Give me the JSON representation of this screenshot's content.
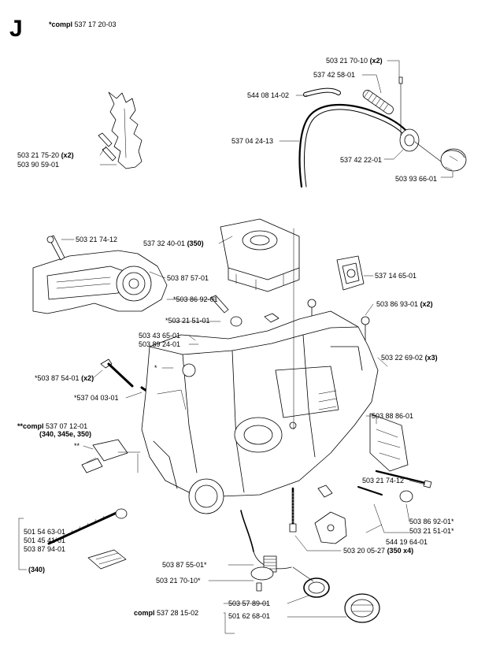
{
  "section_letter": "J",
  "header": {
    "prefix": "*compl",
    "number": " 537 17 20-03"
  },
  "labels": [
    {
      "id": "l1",
      "num": "503 21 70-10",
      "qty": "(x2)"
    },
    {
      "id": "l2",
      "num": "537 42 58-01",
      "qty": ""
    },
    {
      "id": "l3",
      "num": "544 08 14-02",
      "qty": ""
    },
    {
      "id": "l4",
      "num": "537 04 24-13",
      "qty": ""
    },
    {
      "id": "l5",
      "num": "537 42 22-01",
      "qty": ""
    },
    {
      "id": "l6",
      "num": "503 93 66-01",
      "qty": ""
    },
    {
      "id": "l7",
      "num": "503 21 75-20",
      "qty": "(x2)"
    },
    {
      "id": "l8",
      "num": "503 90 59-01",
      "qty": ""
    },
    {
      "id": "l9",
      "num": "503 21 74-12",
      "qty": ""
    },
    {
      "id": "l10",
      "num": "537 32 40-01",
      "qty": "(350)"
    },
    {
      "id": "l11",
      "num": "537 14 65-01",
      "qty": ""
    },
    {
      "id": "l12",
      "num": "503 87 57-01",
      "qty": ""
    },
    {
      "id": "l13",
      "num": "*503 86 92-01",
      "qty": ""
    },
    {
      "id": "l14",
      "num": "*503 21 51-01",
      "qty": ""
    },
    {
      "id": "l15",
      "num": "503 86 93-01",
      "qty": "(x2)"
    },
    {
      "id": "l16",
      "num": "503 43 65-01",
      "qty": ""
    },
    {
      "id": "l17",
      "num": "503 89 24-01",
      "qty": ""
    },
    {
      "id": "l18",
      "num": "503 22 69-02",
      "qty": "(x3)"
    },
    {
      "id": "l19",
      "num": "*",
      "qty": ""
    },
    {
      "id": "l20",
      "num": "*503 87 54-01",
      "qty": "(x2)"
    },
    {
      "id": "l21",
      "num": "*537 04 03-01",
      "qty": ""
    },
    {
      "id": "l22",
      "num": "503 88 86-01",
      "qty": ""
    },
    {
      "id": "l23",
      "num": "537 07 12-01",
      "qty": ""
    },
    {
      "id": "l25",
      "num": "**",
      "qty": ""
    },
    {
      "id": "l26",
      "num": "503 21 74-12",
      "qty": ""
    },
    {
      "id": "l27",
      "num": "503 86 92-01*",
      "qty": ""
    },
    {
      "id": "l28",
      "num": "503 21 51-01*",
      "qty": ""
    },
    {
      "id": "l29",
      "num": "501 54 63-01",
      "qty": ""
    },
    {
      "id": "l30",
      "num": "501 45 41-01",
      "qty": ""
    },
    {
      "id": "l31",
      "num": "503 87 94-01",
      "qty": ""
    },
    {
      "id": "l32",
      "num": "544 19 64-01",
      "qty": ""
    },
    {
      "id": "l33",
      "num": "503 20 05-27",
      "qty": "(350 x4)"
    },
    {
      "id": "l34",
      "num": "503 87 55-01*",
      "qty": ""
    },
    {
      "id": "l35",
      "num": "503 21 70-10*",
      "qty": ""
    },
    {
      "id": "l36",
      "num": "503 57 89-01",
      "qty": ""
    },
    {
      "id": "l37",
      "num": "537 28 15-02",
      "qty": ""
    },
    {
      "id": "l38",
      "num": "501 62 68-01",
      "qty": ""
    }
  ],
  "compl_prefix_23": "**compl",
  "compl_models_23": "(340, 345e, 350)",
  "compl_prefix_37": "compl",
  "group_note_340": "(340)"
}
